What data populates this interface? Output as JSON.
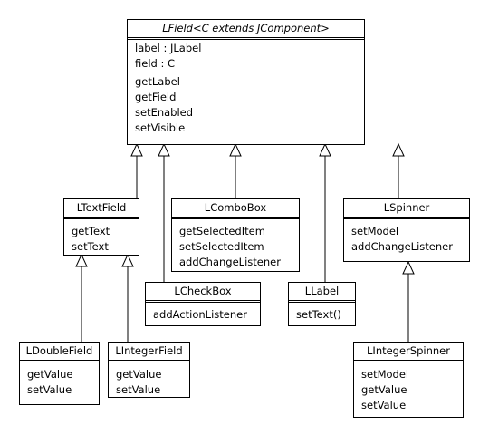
{
  "classes": {
    "lfield": {
      "name": "LField<C extends JComponent>",
      "attributes": [
        "label : JLabel",
        "field : C"
      ],
      "methods": [
        "getLabel",
        "getField",
        "setEnabled",
        "setVisible"
      ]
    },
    "ltextfield": {
      "name": "LTextField",
      "methods": [
        "getText",
        "setText"
      ]
    },
    "lcombobox": {
      "name": "LComboBox",
      "methods": [
        "getSelectedItem",
        "setSelectedItem",
        "addChangeListener"
      ]
    },
    "lspinner": {
      "name": "LSpinner",
      "methods": [
        "setModel",
        "addChangeListener"
      ]
    },
    "lcheckbox": {
      "name": "LCheckBox",
      "methods": [
        "addActionListener"
      ]
    },
    "llabel": {
      "name": "LLabel",
      "methods": [
        "setText()"
      ]
    },
    "ldoublefield": {
      "name": "LDoubleField",
      "methods": [
        "getValue",
        "setValue"
      ]
    },
    "lintegerfield": {
      "name": "LIntegerField",
      "methods": [
        "getValue",
        "setValue"
      ]
    },
    "lintegerspinner": {
      "name": "LIntegerSpinner",
      "methods": [
        "setModel",
        "getValue",
        "setValue"
      ]
    }
  }
}
